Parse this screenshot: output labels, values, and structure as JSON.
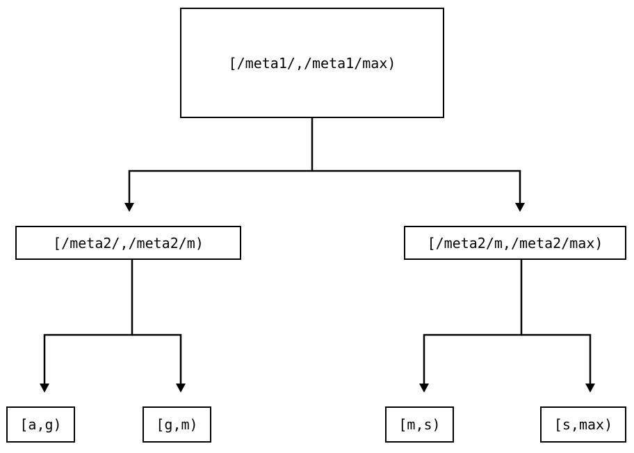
{
  "diagram": {
    "type": "tree",
    "orientation": "top-down",
    "background_color": "#ffffff",
    "line_color": "#000000",
    "text_color": "#000000",
    "nodes": {
      "root": {
        "label": "[/meta1/,/meta1/max)"
      },
      "mid_left": {
        "label": "[/meta2/,/meta2/m)"
      },
      "mid_right": {
        "label": "[/meta2/m,/meta2/max)"
      },
      "leaves": [
        {
          "label": "[a,g)"
        },
        {
          "label": "[g,m)"
        },
        {
          "label": "[m,s)"
        },
        {
          "label": "[s,max)"
        }
      ]
    },
    "edges": [
      {
        "from": "root",
        "to": "mid_left",
        "arrow": "down-triangle"
      },
      {
        "from": "root",
        "to": "mid_right",
        "arrow": "down-triangle"
      },
      {
        "from": "mid_left",
        "to": "leaf-0",
        "arrow": "down-triangle"
      },
      {
        "from": "mid_left",
        "to": "leaf-1",
        "arrow": "down-triangle"
      },
      {
        "from": "mid_right",
        "to": "leaf-2",
        "arrow": "down-triangle"
      },
      {
        "from": "mid_right",
        "to": "leaf-3",
        "arrow": "down-triangle"
      }
    ]
  }
}
